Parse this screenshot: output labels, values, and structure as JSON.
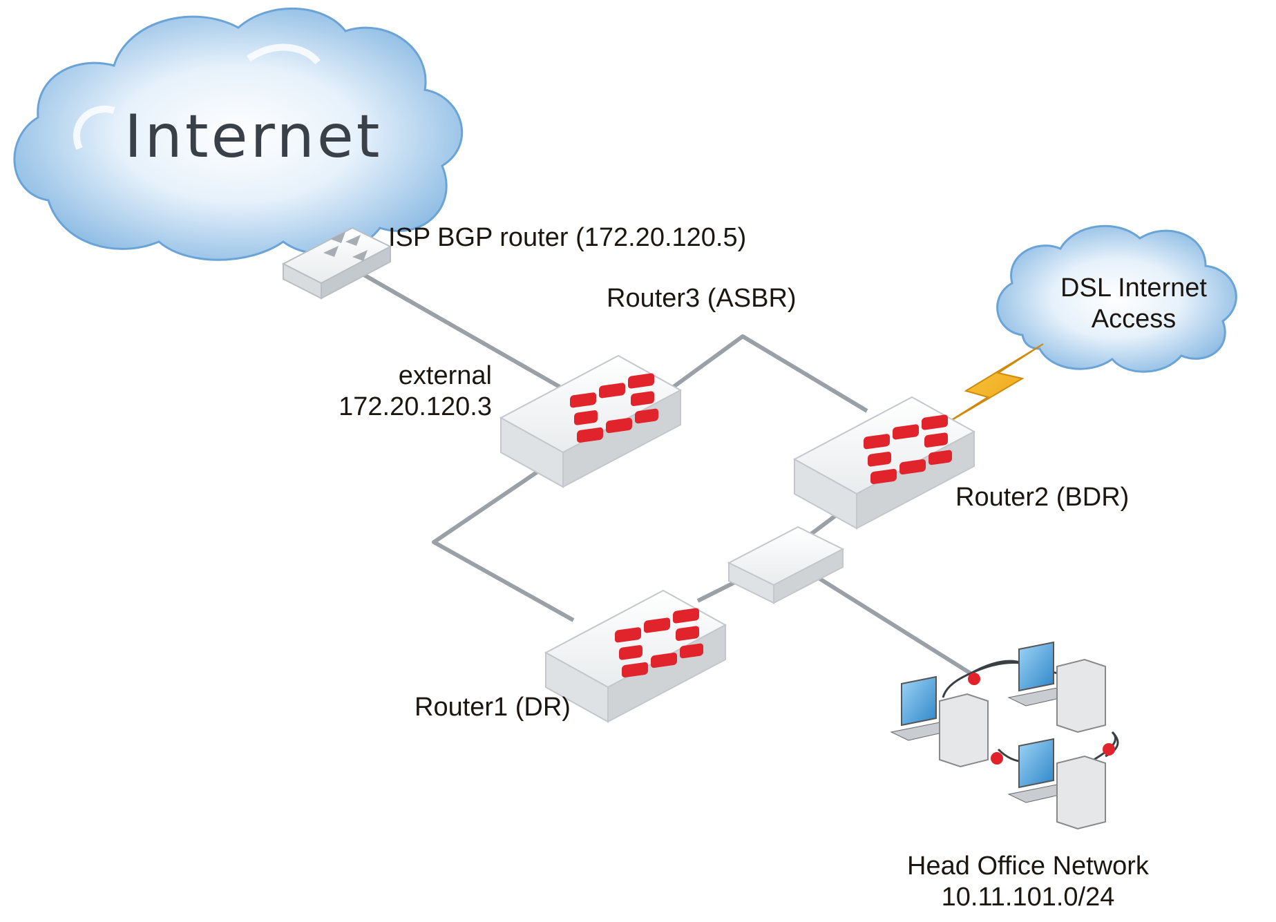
{
  "clouds": {
    "internet": {
      "label": "Internet"
    },
    "dsl": {
      "line1": "DSL Internet",
      "line2": "Access"
    }
  },
  "devices": {
    "isp_router": {
      "label": "ISP BGP router (172.20.120.5)"
    },
    "router3": {
      "label": "Router3 (ASBR)",
      "interface_line1": "external",
      "interface_line2": "172.20.120.3"
    },
    "router2": {
      "label": "Router2 (BDR)"
    },
    "router1": {
      "label": "Router1 (DR)"
    },
    "head_office": {
      "line1": "Head Office Network",
      "line2": "10.11.101.0/24"
    }
  },
  "colors": {
    "link": "#9aa0a6",
    "fortinet_red": "#e1232b",
    "cloud_blue": "#7fb3e0",
    "lightning": "#f2b51c"
  }
}
